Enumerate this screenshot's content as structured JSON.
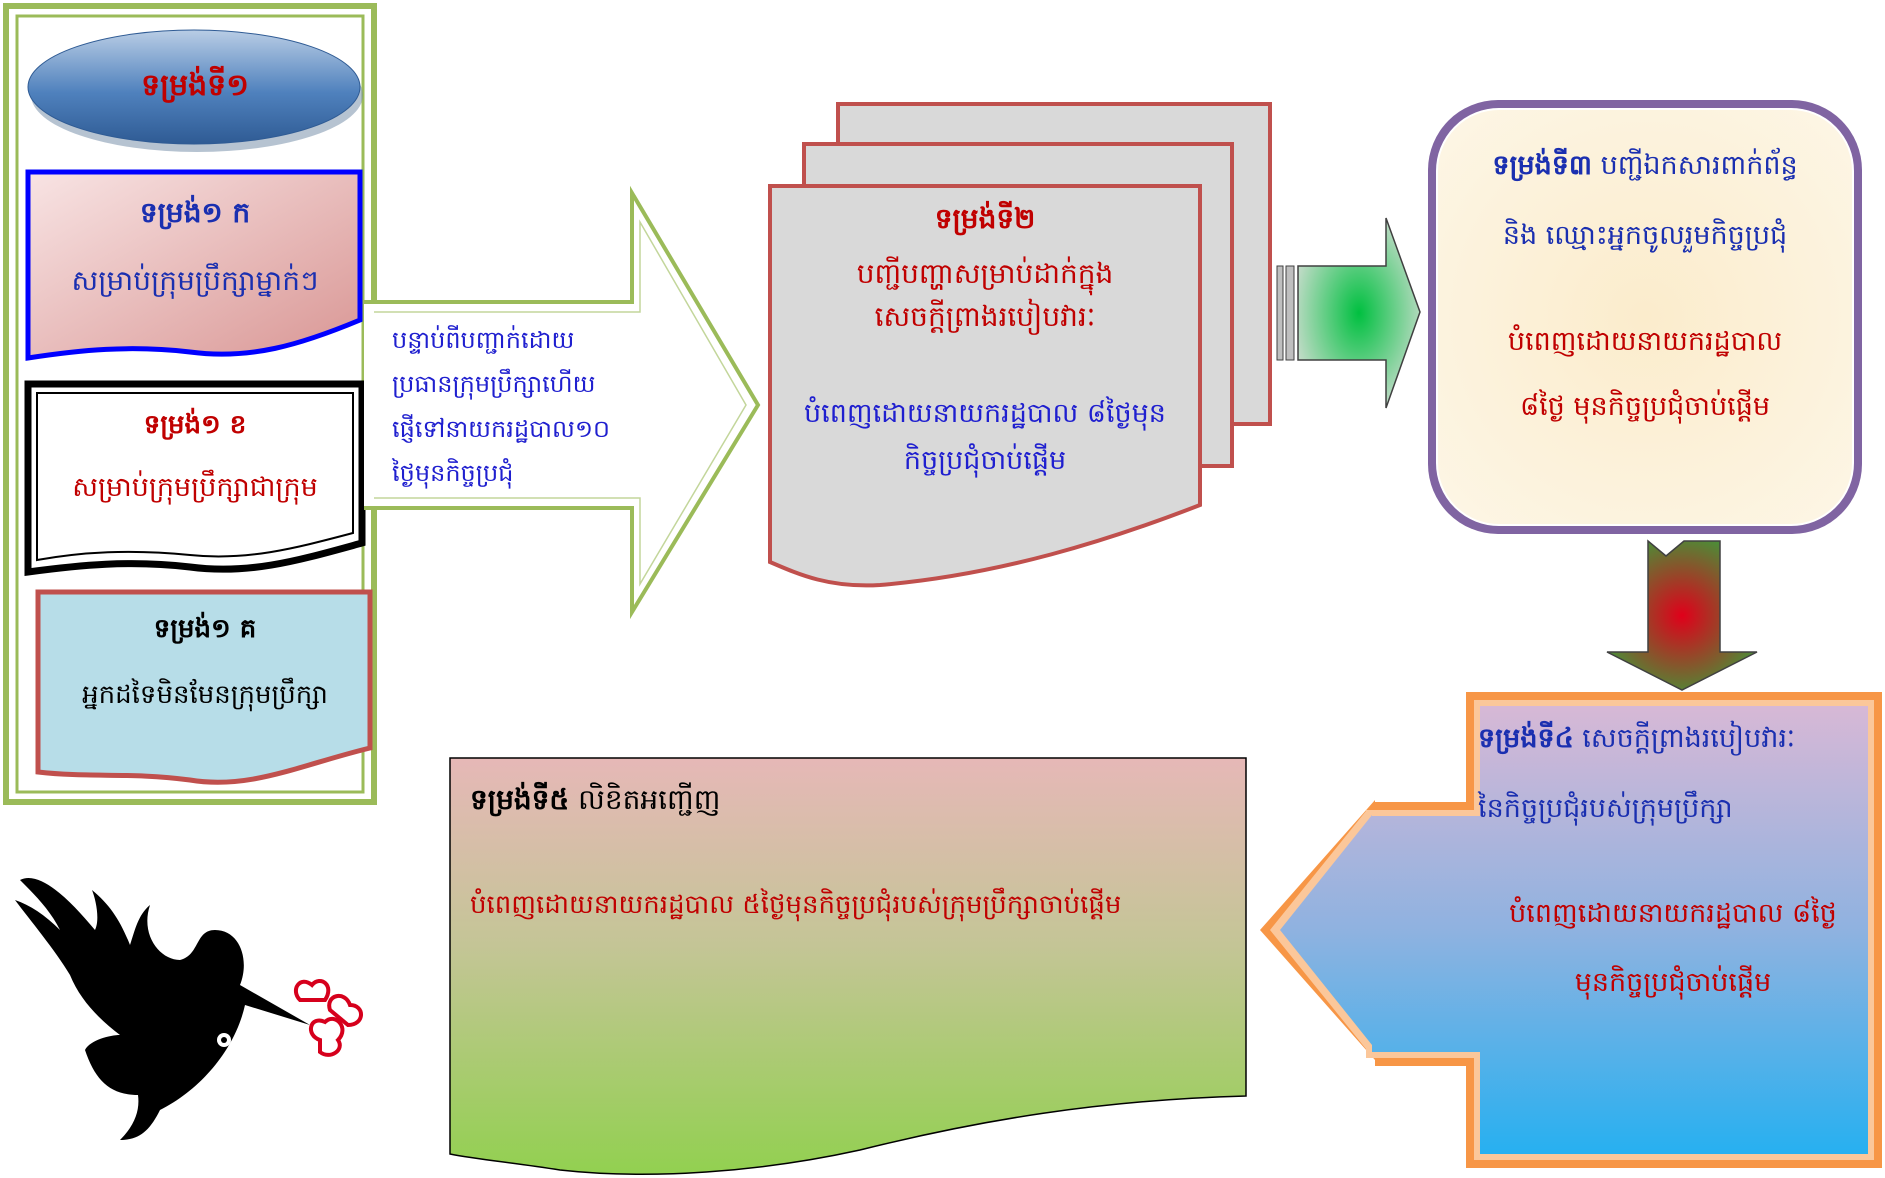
{
  "colors": {
    "left_panel_border": "#9bbb59",
    "form1_title": "#c00000",
    "form1a_border": "#0000ff",
    "form1b_border": "#000000",
    "form1c_border": "#c0504d",
    "arrow_outline": "#9bbb59",
    "form2_border": "#c0504d",
    "form2_fill": "#d9d9d9",
    "form3_border": "#8064a2",
    "form3_fill": "#fdf3dc",
    "form4_border": "#f79646",
    "form5_border": "#000000",
    "form5_gradient_top": "#e6b8b7",
    "form5_gradient_bottom": "#92d050"
  },
  "form1": {
    "title": "ទម្រង់ទី១",
    "a": {
      "title": "ទម្រង់១ ក",
      "text": "សម្រាប់ក្រុមប្រឹក្សាម្នាក់ៗ"
    },
    "b": {
      "title": "ទម្រង់១ ខ",
      "text": "សម្រាប់ក្រុមប្រឹក្សាជាក្រុម"
    },
    "c": {
      "title": "ទម្រង់១ គ",
      "text": "អ្នកដទៃមិនមែនក្រុមប្រឹក្សា"
    }
  },
  "arrow1": {
    "lines": [
      "បន្ទាប់ពីបញ្ជាក់ដោយ",
      "ប្រធានក្រុមប្រឹក្សាហើយ",
      "ផ្ញើទៅនាយករដ្ឋបាល១០",
      "ថ្ងៃមុនកិច្ចប្រជុំ"
    ]
  },
  "form2": {
    "title": "ទម្រង់ទី២",
    "lines": [
      "បញ្ជីបញ្ហាសម្រាប់ដាក់ក្នុង",
      "សេចក្ដីព្រាងរបៀបវារៈ"
    ],
    "fill_lines": [
      "បំពេញដោយនាយករដ្ឋបាល ៨ថ្ងៃមុន",
      "កិច្ចប្រជុំចាប់ផ្ដើម"
    ]
  },
  "form3": {
    "title": "ទម្រង់ទី៣",
    "title_rest": " បញ្ជីឯកសារពាក់ព័ន្ធ",
    "line2": "និង ឈ្មោះអ្នកចូលរួមកិច្ចប្រជុំ",
    "fill_lines": [
      "បំពេញដោយនាយករដ្ឋបាល",
      "៨ថ្ងៃ មុនកិច្ចប្រជុំចាប់ផ្ដើម"
    ]
  },
  "form4": {
    "title": "ទម្រង់ទី៤",
    "title_rest": " សេចក្ដីព្រាងរបៀបវារៈ",
    "line2": "នៃកិច្ចប្រជុំរបស់ក្រុមប្រឹក្សា",
    "fill_lines": [
      "បំពេញដោយនាយករដ្ឋបាល ៨ថ្ងៃ",
      "មុនកិច្ចប្រជុំចាប់ផ្ដើម"
    ]
  },
  "form5": {
    "title": "ទម្រង់ទី៥",
    "title_rest": " លិខិតអញ្ជើញ",
    "fill_line": "បំពេញដោយនាយករដ្ឋបាល ៥ថ្ងៃមុនកិច្ចប្រជុំរបស់ក្រុមប្រឹក្សាចាប់ផ្ដើម"
  },
  "icons": {
    "bird": "bird-with-flower-icon"
  }
}
